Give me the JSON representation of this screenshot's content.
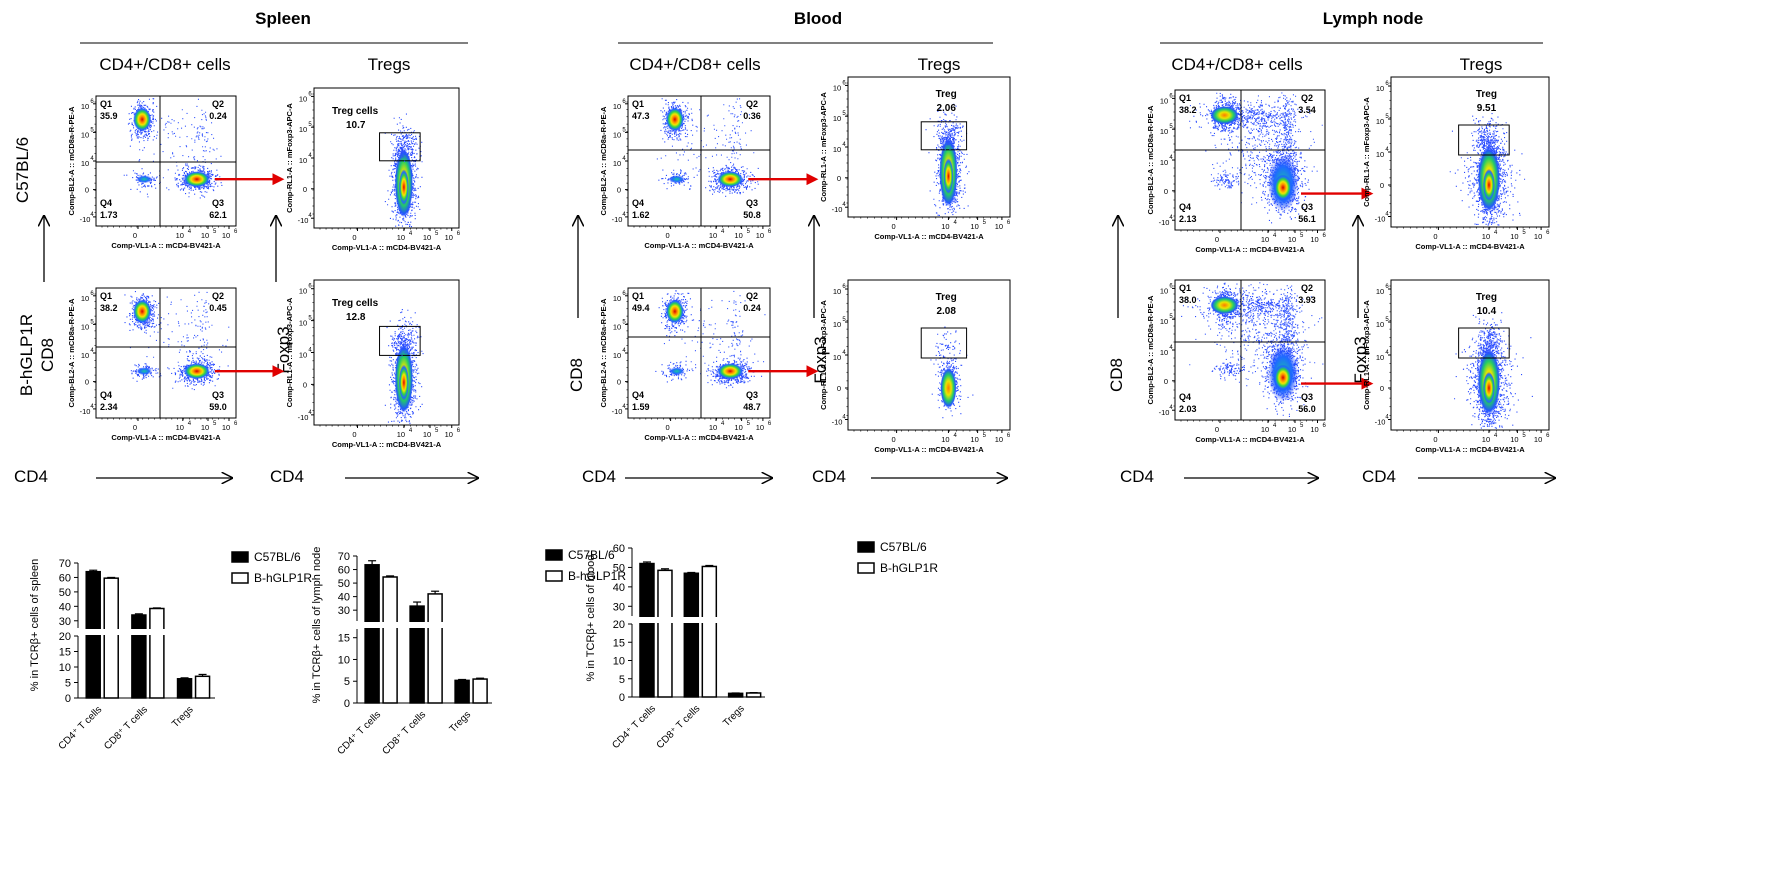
{
  "figure": {
    "tissues": [
      {
        "title": "Spleen",
        "gate_headers": [
          "CD4+/CD8+ cells",
          "Tregs"
        ],
        "axis_arrow_labels": {
          "quadrant_y": "CD8",
          "quadrant_x": "CD4",
          "treg_y": "Foxp3",
          "treg_x": "CD4"
        },
        "row_labels": [
          "C57BL/6",
          "B-hGLP1R"
        ],
        "quadrant_axis_titles": {
          "x": "Comp-VL1-A :: mCD4-BV421-A",
          "y": "Comp-BL2-A :: mCD8a-R-PE-A"
        },
        "treg_axis_titles": {
          "x": "Comp-VL1-A :: mCD4-BV421-A",
          "y": "Comp-RL1-A :: mFoxp3-APC-A"
        },
        "gate_label": "Treg cells",
        "plots": [
          {
            "Q1": "35.9",
            "Q2": "0.24",
            "Q3": "62.1",
            "Q4": "1.73",
            "treg": "10.7"
          },
          {
            "Q1": "38.2",
            "Q2": "0.45",
            "Q3": "59.0",
            "Q4": "2.34",
            "treg": "12.8"
          }
        ]
      },
      {
        "title": "Blood",
        "gate_headers": [
          "CD4+/CD8+ cells",
          "Tregs"
        ],
        "axis_arrow_labels": {
          "quadrant_y": "CD8",
          "quadrant_x": "CD4",
          "treg_y": "Foxp3",
          "treg_x": "CD4"
        },
        "row_labels": [
          "",
          ""
        ],
        "quadrant_axis_titles": {
          "x": "Comp-VL1-A :: mCD4-BV421-A",
          "y": "Comp-BL2-A :: mCD8a-R-PE-A"
        },
        "treg_axis_titles": {
          "x": "Comp-VL1-A :: mCD4-BV421-A",
          "y": "Comp-RL1-A :: mFoxp3-APC-A"
        },
        "gate_label": "Treg",
        "plots": [
          {
            "Q1": "47.3",
            "Q2": "0.36",
            "Q3": "50.8",
            "Q4": "1.62",
            "treg": "2.06"
          },
          {
            "Q1": "49.4",
            "Q2": "0.24",
            "Q3": "48.7",
            "Q4": "1.59",
            "treg": "2.08"
          }
        ]
      },
      {
        "title": "Lymph node",
        "gate_headers": [
          "CD4+/CD8+ cells",
          "Tregs"
        ],
        "axis_arrow_labels": {
          "quadrant_y": "CD8",
          "quadrant_x": "CD4",
          "treg_y": "Foxp3",
          "treg_x": "CD4"
        },
        "row_labels": [
          "",
          ""
        ],
        "quadrant_axis_titles": {
          "x": "Comp-VL1-A :: mCD4-BV421-A",
          "y": "Comp-BL2-A :: mCD8a-R-PE-A"
        },
        "treg_axis_titles": {
          "x": "Comp-VL1-A :: mCD4-BV421-A",
          "y": "Comp-RL1-A :: mFoxp3-APC-A"
        },
        "gate_label": "Treg",
        "plots": [
          {
            "Q1": "38.2",
            "Q2": "3.54",
            "Q3": "56.1",
            "Q4": "2.13",
            "treg": "9.51"
          },
          {
            "Q1": "38.0",
            "Q2": "3.93",
            "Q3": "56.0",
            "Q4": "2.03",
            "treg": "10.4"
          }
        ]
      }
    ],
    "quadrant_labels": [
      "Q1",
      "Q2",
      "Q3",
      "Q4"
    ],
    "log_ticks": [
      "0",
      "10",
      "10",
      "10"
    ],
    "log_exponents": [
      "",
      "4",
      "5",
      "6"
    ],
    "y_ticks": [
      "-10",
      "0",
      "10",
      "10",
      "10"
    ],
    "y_exponents": [
      "4",
      "",
      "4",
      "5",
      "6"
    ]
  },
  "chart_data": [
    {
      "type": "bar",
      "title": "",
      "ylabel": "% in TCRβ+ cells of spleen",
      "categories": [
        "CD4⁺ T cells",
        "CD8⁺ T cells",
        "Tregs"
      ],
      "series": [
        {
          "name": "C57BL/6",
          "values": [
            64.0,
            34.0,
            6.2
          ],
          "errors": [
            1.0,
            0.8,
            0.3
          ]
        },
        {
          "name": "B-hGLP1R",
          "values": [
            59.5,
            38.5,
            7.0
          ],
          "errors": [
            0.5,
            0.4,
            0.6
          ]
        }
      ],
      "ylim": [
        0,
        70
      ],
      "axis_break": [
        20,
        25
      ],
      "lower_ticks": [
        0,
        5,
        10,
        15,
        20
      ],
      "upper_ticks": [
        30,
        40,
        50,
        60,
        70
      ],
      "legend": "top-right",
      "colors": {
        "C57BL/6": "#000000",
        "B-hGLP1R": "#ffffff"
      }
    },
    {
      "type": "bar",
      "title": "",
      "ylabel": "% in TCRβ+ cells of lymph node",
      "categories": [
        "CD4⁺ T cells",
        "CD8⁺ T cells",
        "Tregs"
      ],
      "series": [
        {
          "name": "C57BL/6",
          "values": [
            63.5,
            33.0,
            5.2
          ],
          "errors": [
            3.0,
            3.0,
            0.2
          ]
        },
        {
          "name": "B-hGLP1R",
          "values": [
            54.5,
            42.0,
            5.5
          ],
          "errors": [
            0.8,
            2.0,
            0.2
          ]
        }
      ],
      "ylim": [
        0,
        70
      ],
      "axis_break": [
        17,
        22
      ],
      "lower_ticks": [
        0,
        5,
        10,
        15
      ],
      "upper_ticks": [
        30,
        40,
        50,
        60,
        70
      ],
      "legend": "top-right",
      "colors": {
        "C57BL/6": "#000000",
        "B-hGLP1R": "#ffffff"
      }
    },
    {
      "type": "bar",
      "title": "",
      "ylabel": "% in TCRβ+ cells of blood",
      "categories": [
        "CD4⁺ T cells",
        "CD8⁺ T cells",
        "Tregs"
      ],
      "series": [
        {
          "name": "C57BL/6",
          "values": [
            52.0,
            47.0,
            1.0
          ],
          "errors": [
            0.8,
            0.4,
            0.1
          ]
        },
        {
          "name": "B-hGLP1R",
          "values": [
            48.5,
            50.5,
            1.1
          ],
          "errors": [
            0.8,
            0.5,
            0.1
          ]
        }
      ],
      "ylim": [
        0,
        60
      ],
      "axis_break": [
        20,
        25
      ],
      "lower_ticks": [
        0,
        5,
        10,
        15,
        20
      ],
      "upper_ticks": [
        30,
        40,
        50,
        60
      ],
      "legend": "top-right",
      "colors": {
        "C57BL/6": "#000000",
        "B-hGLP1R": "#ffffff"
      }
    }
  ]
}
